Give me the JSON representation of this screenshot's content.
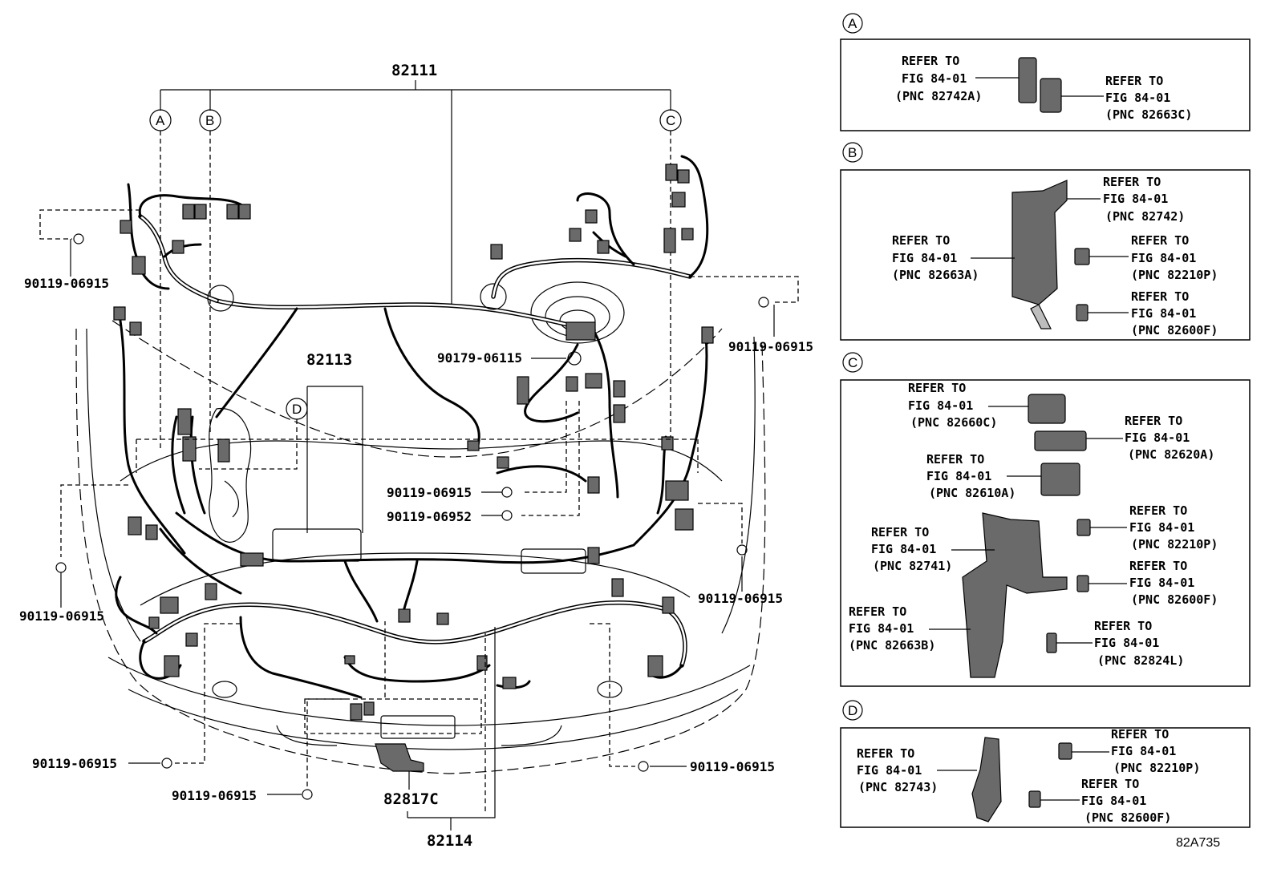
{
  "diagram": {
    "main_harness": "82111",
    "sub_harness": "82113",
    "bottom_harness": "82114",
    "connector_part": "82817C",
    "figure_code": "82A735",
    "bolts": {
      "b1": "90119-06915",
      "b2": "90119-06915",
      "b3": "90119-06915",
      "b4": "90119-06915",
      "b5": "90119-06915",
      "b6": "90119-06915",
      "b7": "90119-06915",
      "b8": "90119-06915",
      "b9": "90119-06952",
      "clip": "90179-06115"
    },
    "callouts": [
      "A",
      "B",
      "C",
      "D"
    ]
  },
  "details": {
    "A": {
      "letter": "A",
      "refs": [
        {
          "l1": "REFER TO",
          "l2": "FIG 84-01",
          "l3": "(PNC 82742A)"
        },
        {
          "l1": "REFER TO",
          "l2": "FIG 84-01",
          "l3": "(PNC 82663C)"
        }
      ]
    },
    "B": {
      "letter": "B",
      "refs": [
        {
          "l1": "REFER TO",
          "l2": "FIG 84-01",
          "l3": "(PNC 82742)"
        },
        {
          "l1": "REFER TO",
          "l2": "FIG 84-01",
          "l3": "(PNC 82663A)"
        },
        {
          "l1": "REFER TO",
          "l2": "FIG 84-01",
          "l3": "(PNC 82210P)"
        },
        {
          "l1": "REFER TO",
          "l2": "FIG 84-01",
          "l3": "(PNC 82600F)"
        }
      ]
    },
    "C": {
      "letter": "C",
      "refs": [
        {
          "l1": "REFER TO",
          "l2": "FIG 84-01",
          "l3": "(PNC 82660C)"
        },
        {
          "l1": "REFER TO",
          "l2": "FIG 84-01",
          "l3": "(PNC 82620A)"
        },
        {
          "l1": "REFER TO",
          "l2": "FIG 84-01",
          "l3": "(PNC 82610A)"
        },
        {
          "l1": "REFER TO",
          "l2": "FIG 84-01",
          "l3": "(PNC 82210P)"
        },
        {
          "l1": "REFER TO",
          "l2": "FIG 84-01",
          "l3": "(PNC 82741)"
        },
        {
          "l1": "REFER TO",
          "l2": "FIG 84-01",
          "l3": "(PNC 82600F)"
        },
        {
          "l1": "REFER TO",
          "l2": "FIG 84-01",
          "l3": "(PNC 82663B)"
        },
        {
          "l1": "REFER TO",
          "l2": "FIG 84-01",
          "l3": "(PNC 82824L)"
        }
      ]
    },
    "D": {
      "letter": "D",
      "refs": [
        {
          "l1": "REFER TO",
          "l2": "FIG 84-01",
          "l3": "(PNC 82210P)"
        },
        {
          "l1": "REFER TO",
          "l2": "FIG 84-01",
          "l3": "(PNC 82743)"
        },
        {
          "l1": "REFER TO",
          "l2": "FIG 84-01",
          "l3": "(PNC 82600F)"
        }
      ]
    }
  }
}
